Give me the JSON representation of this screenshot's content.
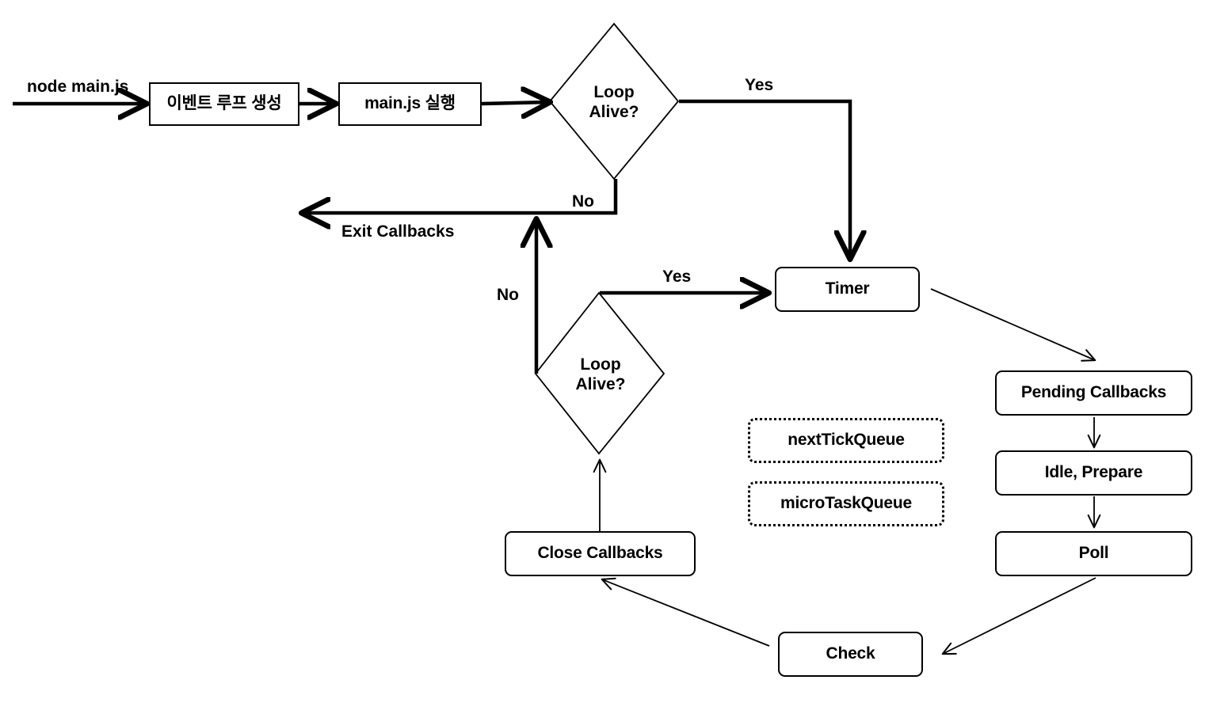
{
  "diagram": {
    "title": "Node.js Event Loop Flowchart",
    "background_color": "#ffffff",
    "stroke_color": "#000000"
  },
  "nodes": {
    "create_event_loop": {
      "label": "이벤트 루프 생성",
      "shape": "rect"
    },
    "run_main": {
      "label": "main.js 실행",
      "shape": "rect"
    },
    "loop_alive_1": {
      "label_line1": "Loop",
      "label_line2": "Alive?",
      "shape": "diamond"
    },
    "loop_alive_2": {
      "label_line1": "Loop",
      "label_line2": "Alive?",
      "shape": "diamond"
    },
    "timer": {
      "label": "Timer",
      "shape": "rounded-rect"
    },
    "pending_callbacks": {
      "label": "Pending Callbacks",
      "shape": "rounded-rect"
    },
    "idle_prepare": {
      "label": "Idle, Prepare",
      "shape": "rounded-rect"
    },
    "poll": {
      "label": "Poll",
      "shape": "rounded-rect"
    },
    "check": {
      "label": "Check",
      "shape": "rounded-rect"
    },
    "close_callbacks": {
      "label": "Close Callbacks",
      "shape": "rounded-rect"
    },
    "next_tick_queue": {
      "label": "nextTickQueue",
      "shape": "dotted-rect"
    },
    "micro_task_queue": {
      "label": "microTaskQueue",
      "shape": "dotted-rect"
    }
  },
  "edge_labels": {
    "start_command": "node main.js",
    "yes_top": "Yes",
    "no_top": "No",
    "exit_callbacks": "Exit Callbacks",
    "no_bottom": "No",
    "yes_bottom": "Yes"
  },
  "edges": [
    {
      "from": "start",
      "to": "create_event_loop",
      "label": "node main.js"
    },
    {
      "from": "create_event_loop",
      "to": "run_main",
      "label": ""
    },
    {
      "from": "run_main",
      "to": "loop_alive_1",
      "label": ""
    },
    {
      "from": "loop_alive_1",
      "to": "timer",
      "label": "Yes"
    },
    {
      "from": "loop_alive_1",
      "to": "exit",
      "label": "No"
    },
    {
      "from": "loop_alive_2",
      "to": "exit",
      "label": "No"
    },
    {
      "from": "loop_alive_2",
      "to": "timer",
      "label": "Yes"
    },
    {
      "from": "timer",
      "to": "pending_callbacks",
      "label": ""
    },
    {
      "from": "pending_callbacks",
      "to": "idle_prepare",
      "label": ""
    },
    {
      "from": "idle_prepare",
      "to": "poll",
      "label": ""
    },
    {
      "from": "poll",
      "to": "check",
      "label": ""
    },
    {
      "from": "check",
      "to": "close_callbacks",
      "label": ""
    },
    {
      "from": "close_callbacks",
      "to": "loop_alive_2",
      "label": ""
    },
    {
      "from": "exit",
      "to": "exit_end",
      "label": "Exit Callbacks"
    }
  ]
}
